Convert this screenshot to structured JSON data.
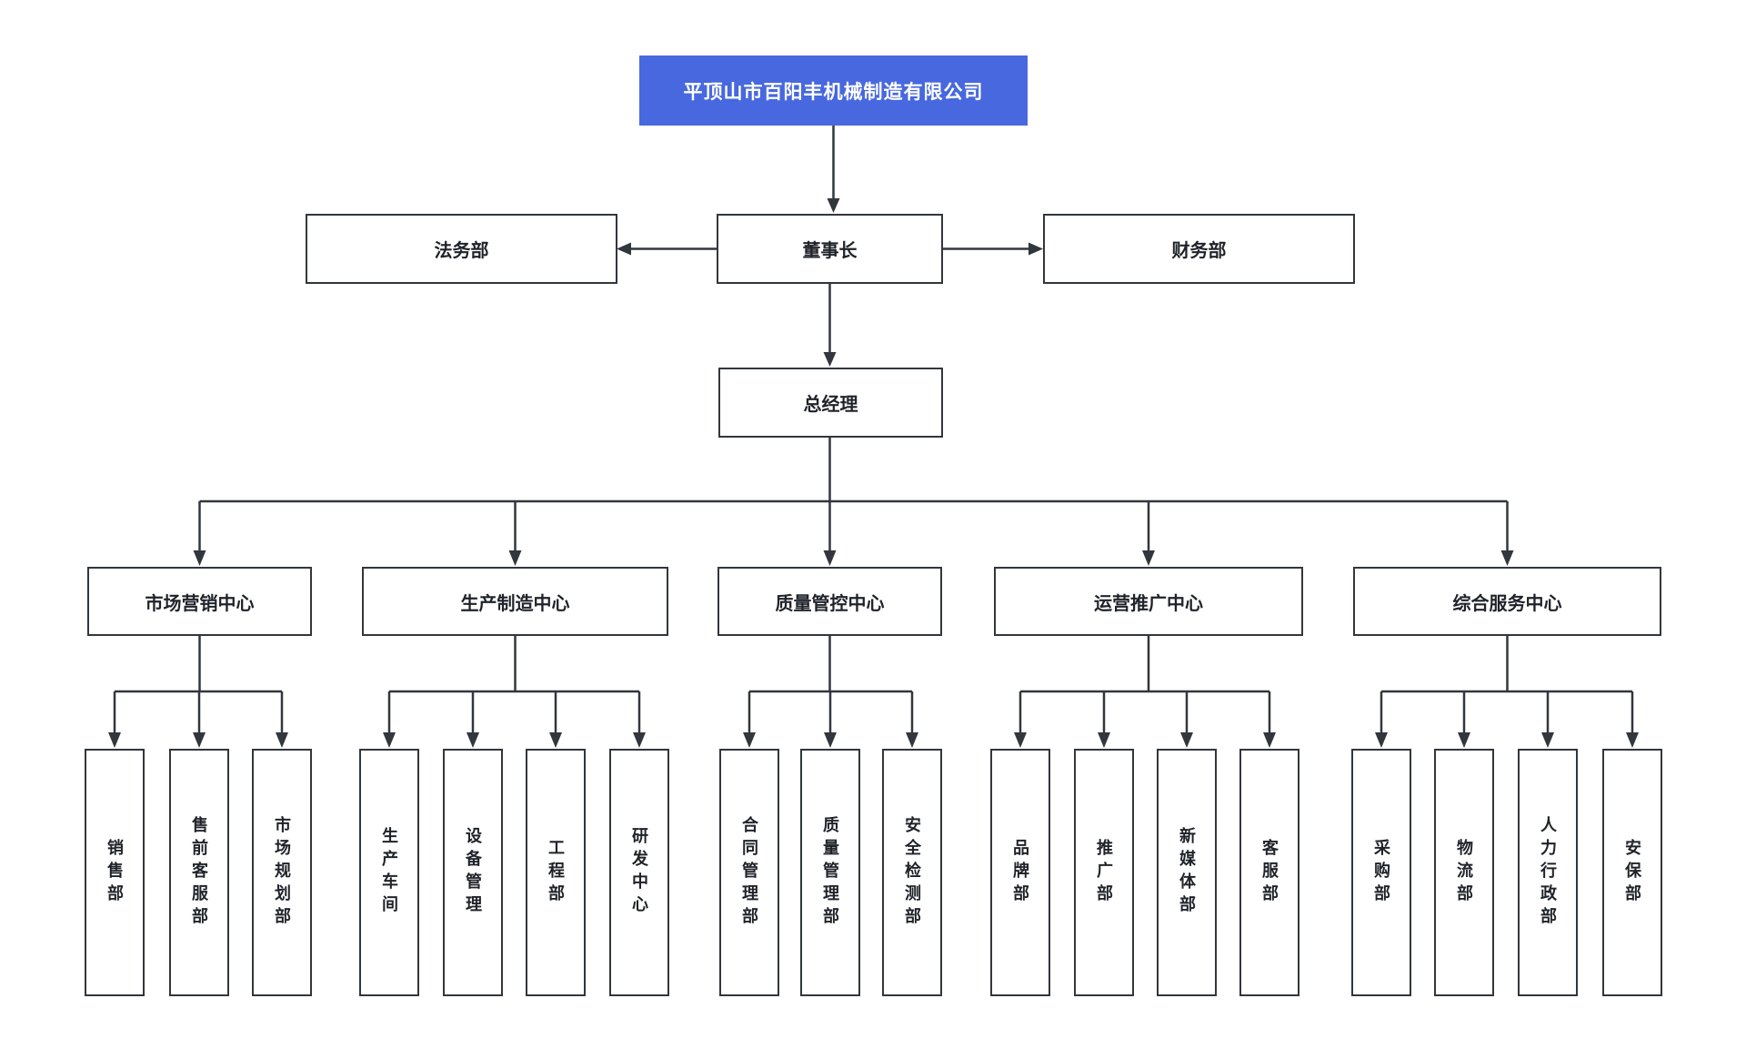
{
  "org": {
    "root": "平顶山市百阳丰机械制造有限公司",
    "chairman": "董事长",
    "legal": "法务部",
    "finance": "财务部",
    "gm": "总经理",
    "centers": [
      {
        "label": "市场营销中心",
        "children": [
          "销售部",
          "售前客服部",
          "市场规划部"
        ]
      },
      {
        "label": "生产制造中心",
        "children": [
          "生产车间",
          "设备管理",
          "工程部",
          "研发中心"
        ]
      },
      {
        "label": "质量管控中心",
        "children": [
          "合同管理部",
          "质量管理部",
          "安全检测部"
        ]
      },
      {
        "label": "运营推广中心",
        "children": [
          "品牌部",
          "推广部",
          "新媒体部",
          "客服部"
        ]
      },
      {
        "label": "综合服务中心",
        "children": [
          "采购部",
          "物流部",
          "人力行政部",
          "安保部"
        ]
      }
    ]
  },
  "colors": {
    "accent_blue": "#4768df",
    "line_dark": "#32363d",
    "text_dark": "#1f2329",
    "box_bg": "#ffffff"
  }
}
